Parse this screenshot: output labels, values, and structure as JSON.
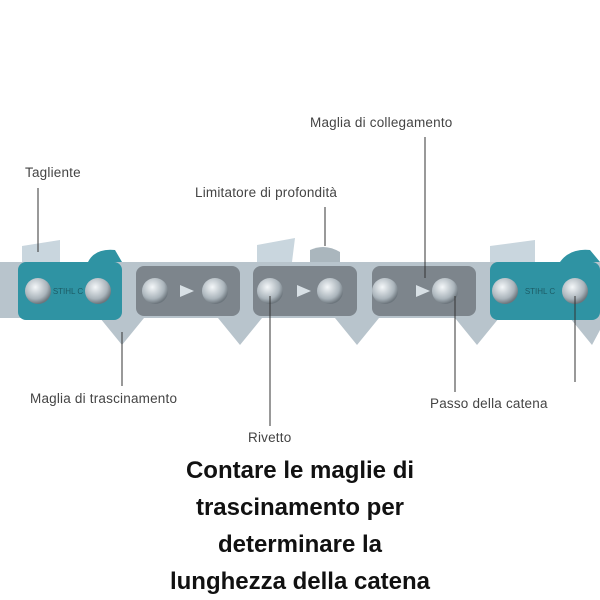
{
  "labels": {
    "tagliente": "Tagliente",
    "limitatore": "Limitatore di profondità",
    "collegamento": "Maglia di collegamento",
    "trascinamento": "Maglia di trascinamento",
    "rivetto": "Rivetto",
    "passo": "Passo della catena"
  },
  "caption": {
    "lines": [
      "Contare le maglie di",
      "trascinamento per",
      "determinare la",
      "lunghezza della catena"
    ]
  },
  "plate_marking": "STIHL C",
  "colors": {
    "teal": "#2f93a3",
    "plate_grey": "#7d858c",
    "drive_link": "#b8c4cc",
    "cutter": "#c9d6de"
  }
}
